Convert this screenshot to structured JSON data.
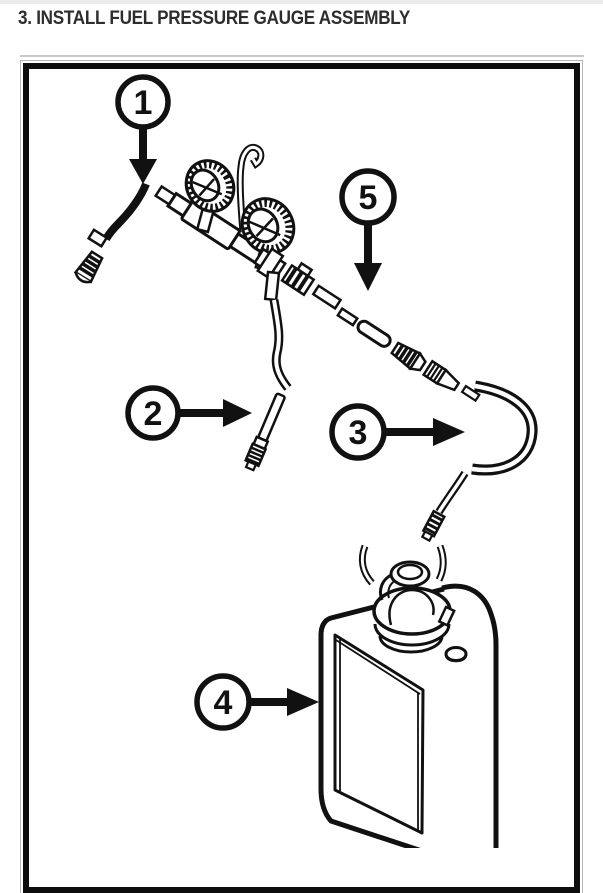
{
  "page": {
    "title": "3. INSTALL FUEL PRESSURE GAUGE ASSEMBLY"
  },
  "figure": {
    "ink_color": "#111111",
    "background": "#ffffff",
    "callouts": [
      {
        "number": "1"
      },
      {
        "number": "2"
      },
      {
        "number": "3"
      },
      {
        "number": "4"
      },
      {
        "number": "5"
      }
    ]
  }
}
